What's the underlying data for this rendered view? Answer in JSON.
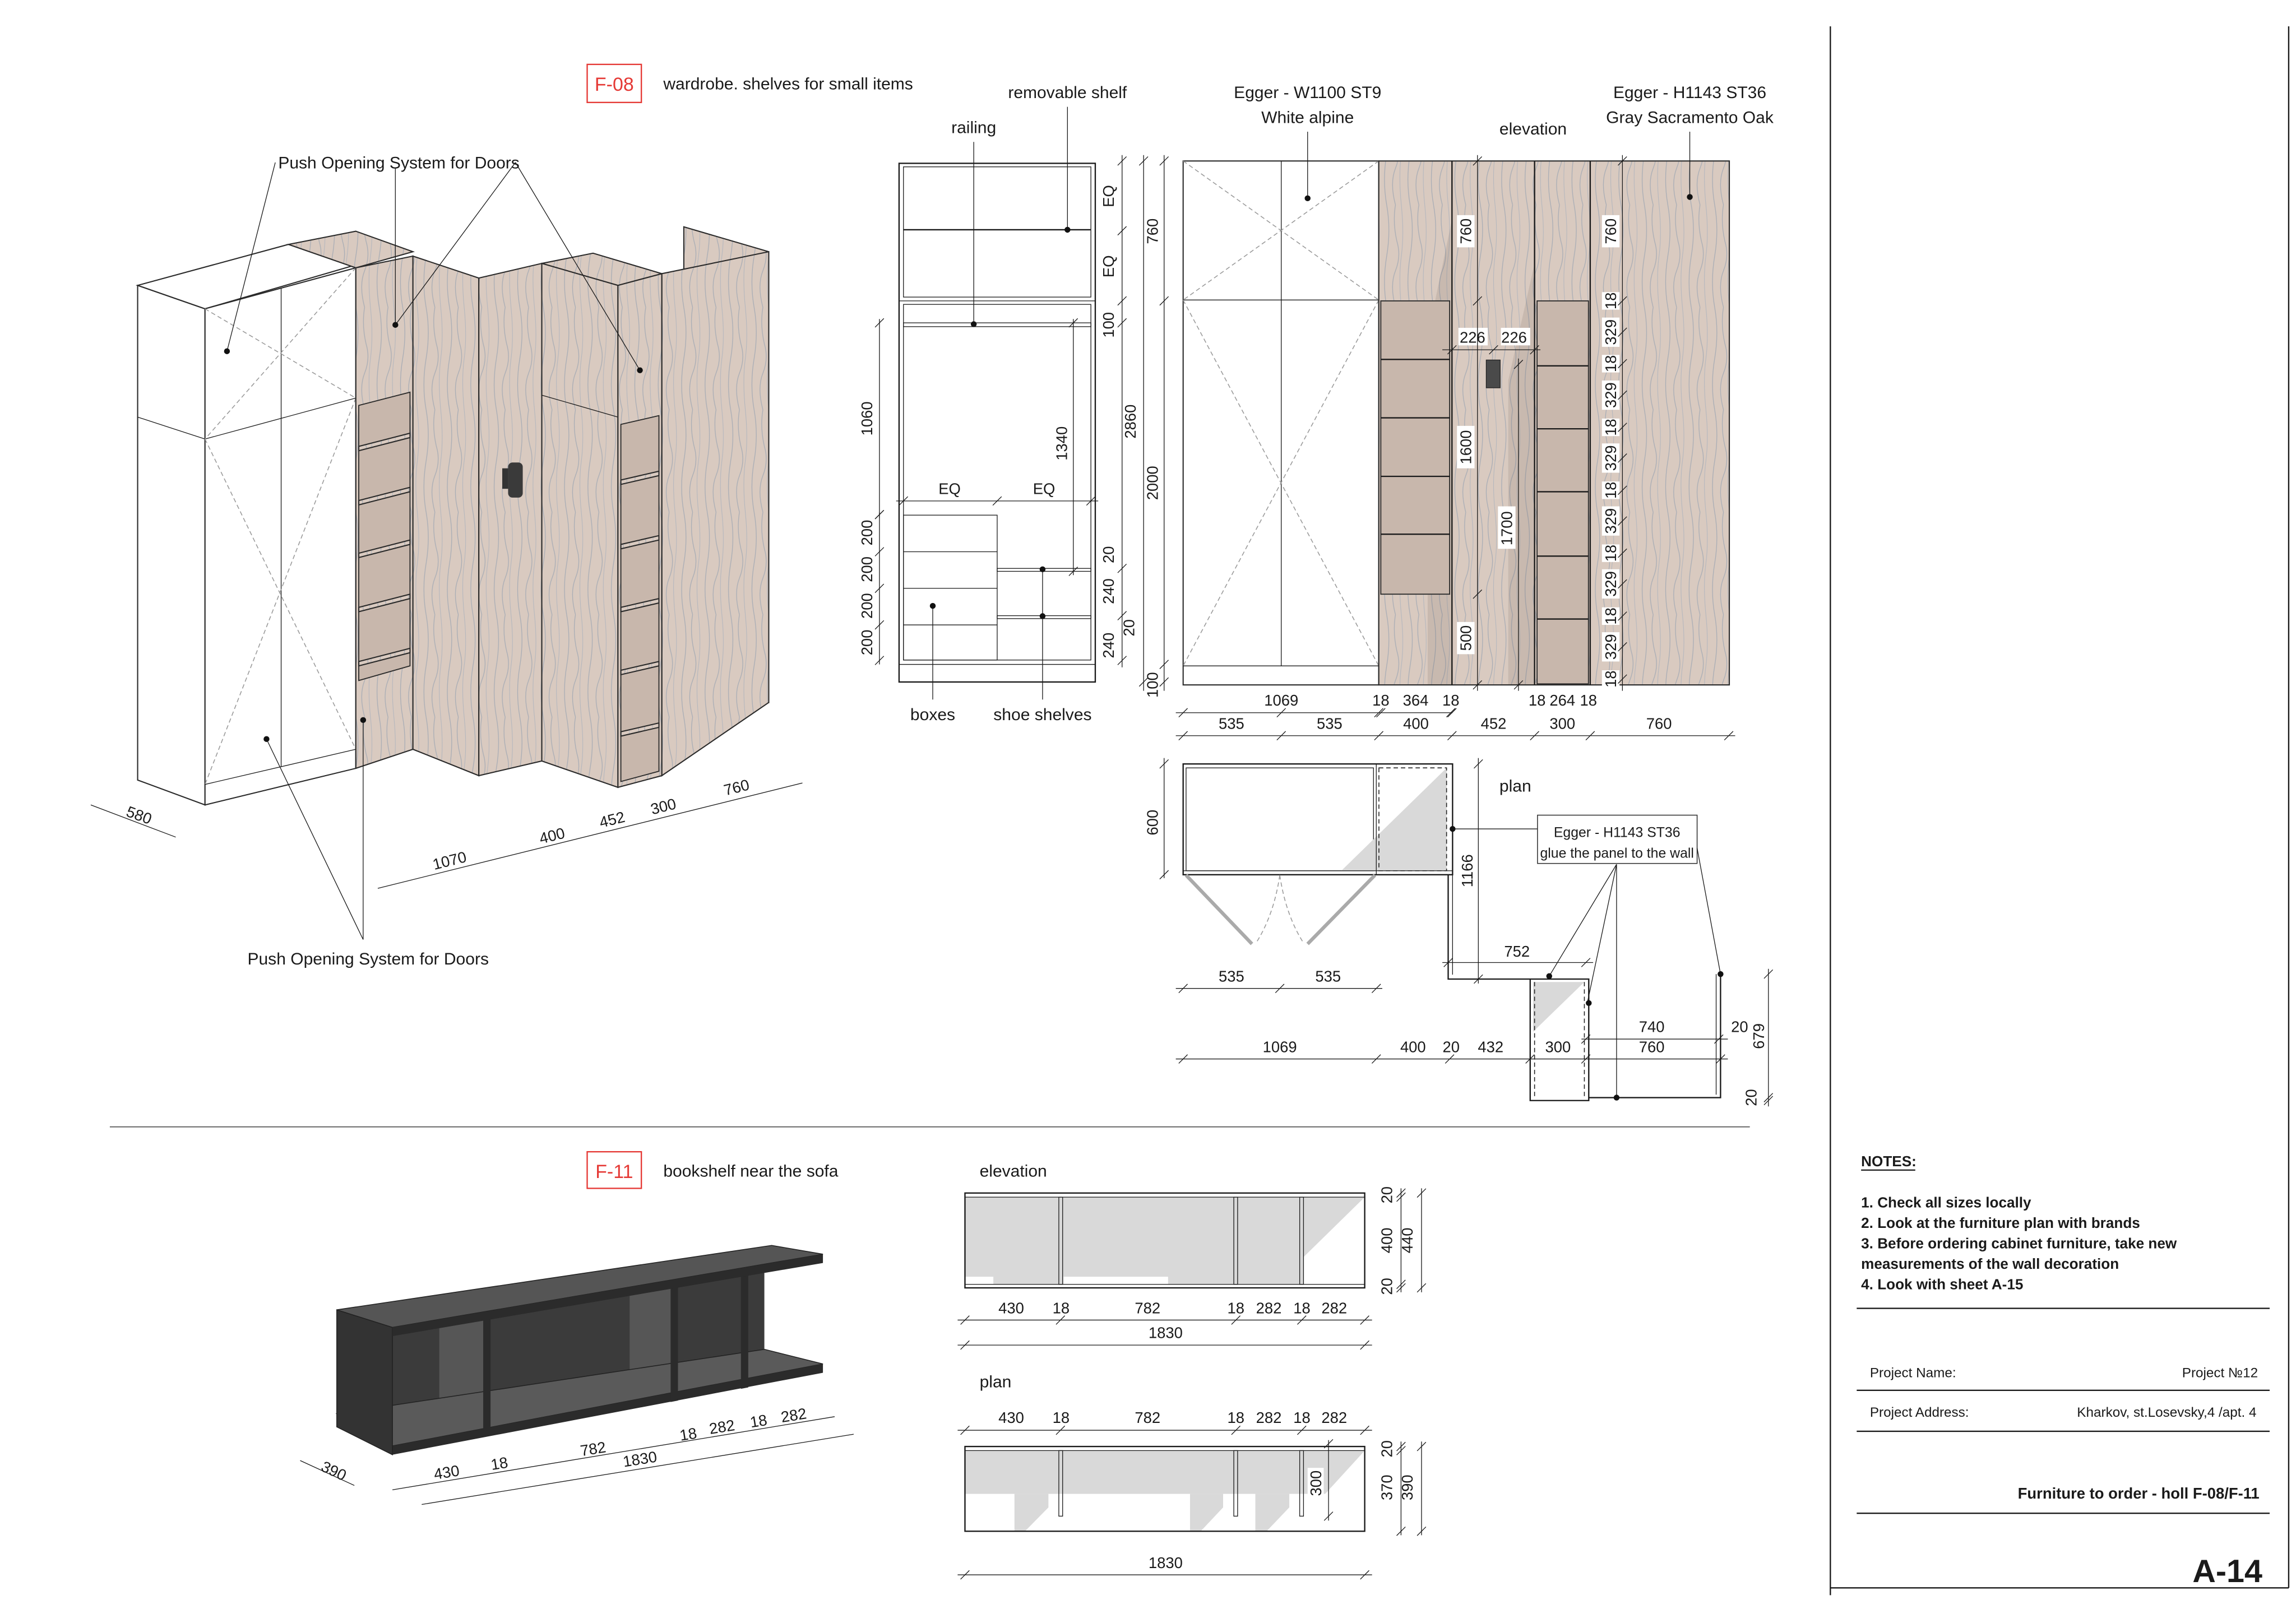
{
  "f08": {
    "tag": "F-08",
    "title": "wardrobe. shelves for small items",
    "iso": {
      "callout_top": "Push Opening System for Doors",
      "callout_bottom": "Push Opening System for Doors",
      "depth": "580",
      "widths": [
        "1070",
        "400",
        "452",
        "300",
        "760"
      ]
    },
    "section": {
      "railing": "railing",
      "removable_shelf": "removable shelf",
      "boxes": "boxes",
      "shoe_shelves": "shoe shelves",
      "eq_h": [
        "EQ",
        "EQ"
      ],
      "left": [
        "1060",
        "200",
        "200",
        "200",
        "200"
      ],
      "inner": "1340",
      "right_small": [
        "EQ",
        "EQ",
        "100",
        "20",
        "240",
        "20",
        "240"
      ],
      "total": "2860",
      "right_big": [
        "760",
        "2000",
        "100"
      ]
    },
    "elevation": {
      "title": "elevation",
      "material_white": [
        "Egger - W1100 ST9",
        "White alpine"
      ],
      "material_oak": [
        "Egger - H1143 ST36",
        "Gray Sacramento Oak"
      ],
      "vertical": [
        "760",
        "1600",
        "500",
        "1700",
        "760"
      ],
      "handle": [
        "226",
        "226"
      ],
      "shelf_dims": [
        "18",
        "329",
        "18",
        "329",
        "18",
        "329",
        "18",
        "329",
        "18",
        "329",
        "18",
        "329",
        "18"
      ],
      "row1": [
        "1069",
        "18",
        "364",
        "18",
        "18",
        "264",
        "18"
      ],
      "row2": [
        "535",
        "535",
        "400",
        "452",
        "300",
        "760"
      ]
    },
    "plan": {
      "title": "plan",
      "callout": [
        "Egger - H1143 ST36",
        "glue the panel to the wall"
      ],
      "depth": "600",
      "h1166": "1166",
      "w752": "752",
      "doors": [
        "535",
        "535"
      ],
      "row": [
        "1069",
        "400",
        "20",
        "432",
        "300",
        "760"
      ],
      "w740": "740",
      "r20a": "20",
      "h679": "679",
      "r20b": "20"
    }
  },
  "f11": {
    "tag": "F-11",
    "title": "bookshelf near the sofa",
    "iso": {
      "depth": "390",
      "row": [
        "430",
        "18",
        "782",
        "18",
        "282",
        "18",
        "282"
      ],
      "total": "1830"
    },
    "elevation": {
      "title": "elevation",
      "right": [
        "20",
        "400",
        "20"
      ],
      "total_h": "440",
      "row": [
        "430",
        "18",
        "782",
        "18",
        "282",
        "18",
        "282"
      ],
      "total": "1830"
    },
    "plan": {
      "title": "plan",
      "row": [
        "430",
        "18",
        "782",
        "18",
        "282",
        "18",
        "282"
      ],
      "inner": "300",
      "right": [
        "20",
        "370"
      ],
      "total_d": "390",
      "total": "1830"
    }
  },
  "notes": {
    "heading": "NOTES:",
    "lines": [
      "1. Check all sizes locally",
      "2. Look at the furniture plan with brands",
      "3. Before ordering cabinet furniture, take new",
      "measurements of the wall decoration",
      "4. Look with sheet A-15"
    ]
  },
  "titleblock": {
    "project_name_label": "Project Name:",
    "project_name": "Project №12",
    "project_address_label": "Project Address:",
    "project_address": "Kharkov, st.Losevsky,4 /apt. 4",
    "sheet_title": "Furniture to order - holl  F-08/F-11",
    "sheet_code": "A-14"
  },
  "colors": {
    "accent": "#e53935",
    "wood": "#d9cac0",
    "dark_shelf": "#4a4a4a"
  }
}
